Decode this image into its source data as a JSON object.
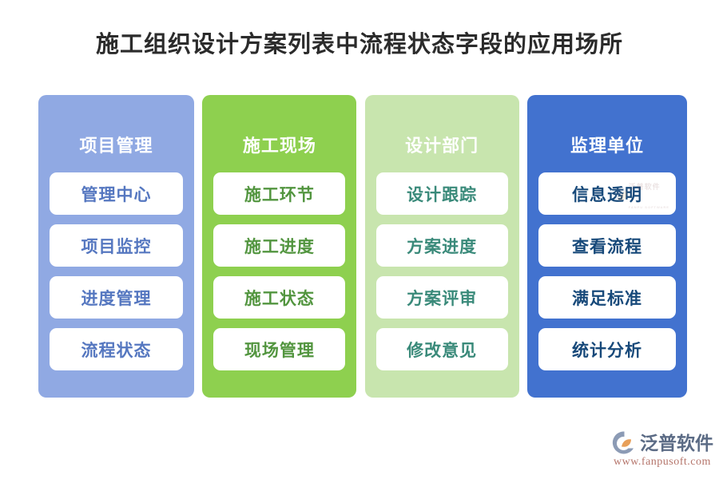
{
  "page": {
    "title": "施工组织设计方案列表中流程状态字段的应用场所",
    "background_color": "#ffffff",
    "title_color": "#2b2b2b"
  },
  "columns": [
    {
      "header": "项目管理",
      "bg_color": "#90a9e3",
      "text_color": "#5577c0",
      "items": [
        "管理中心",
        "项目监控",
        "进度管理",
        "流程状态"
      ]
    },
    {
      "header": "施工现场",
      "bg_color": "#8ed04f",
      "text_color": "#52953f",
      "items": [
        "施工环节",
        "施工进度",
        "施工状态",
        "现场管理"
      ]
    },
    {
      "header": "设计部门",
      "bg_color": "#c8e5ae",
      "text_color": "#3a8a7a",
      "items": [
        "设计跟踪",
        "方案进度",
        "方案评审",
        "修改意见"
      ]
    },
    {
      "header": "监理单位",
      "bg_color": "#4272cf",
      "text_color": "#17497a",
      "items": [
        "信息透明",
        "查看流程",
        "满足标准",
        "统计分析"
      ]
    }
  ],
  "watermark": {
    "brand": "泛普软件",
    "sub": "FANPU SOFTWARE"
  },
  "logo": {
    "brand": "泛普软件",
    "url": "www.fanpusoft.com",
    "brand_color": "#5b6b85",
    "url_color": "#b5756b",
    "mark_gray": "#8c9bb5",
    "mark_orange": "#e8a05a"
  }
}
